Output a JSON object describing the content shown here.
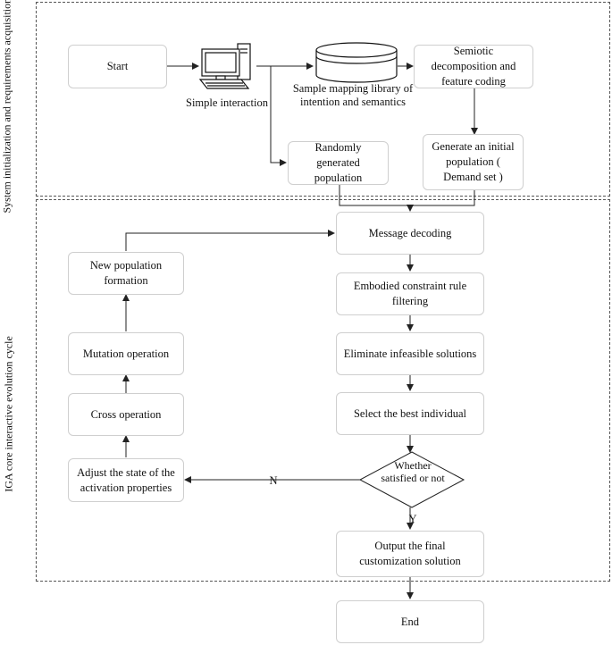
{
  "regions": {
    "top_label": "System initialization and requirements acquisition",
    "bottom_label": "IGA core interactive evolution cycle"
  },
  "nodes": {
    "start": "Start",
    "simple_interaction": "Simple interaction",
    "library": "Sample mapping library of intention and semantics",
    "semiotic": "Semiotic decomposition and feature coding",
    "random_pop": "Randomly generated population",
    "initial_pop": "Generate an initial population ( Demand set )",
    "decoding": "Message decoding",
    "embodied": "Embodied constraint rule filtering",
    "eliminate": "Eliminate infeasible solutions",
    "select_best": "Select the best individual",
    "decision": "Whether satisfied or not",
    "output": "Output the final customization solution",
    "end": "End",
    "new_pop": "New population formation",
    "mutation": "Mutation operation",
    "cross": "Cross operation",
    "adjust": "Adjust the state of the activation properties"
  },
  "edge_labels": {
    "no": "N",
    "yes": "Y"
  },
  "icons": [
    "computer-icon",
    "database-icon"
  ]
}
